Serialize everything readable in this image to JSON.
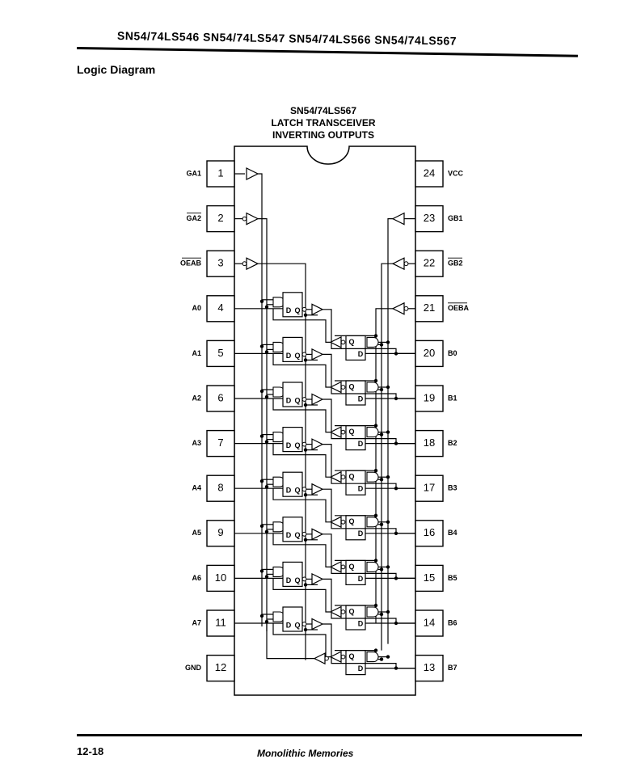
{
  "header": {
    "title": "SN54/74LS546  SN54/74LS547  SN54/74LS566  SN54/74LS567"
  },
  "section_title": "Logic Diagram",
  "chip": {
    "title_line1": "SN54/74LS567",
    "title_line2": "LATCH TRANSCEIVER",
    "title_line3": "INVERTING OUTPUTS"
  },
  "left_pins": [
    {
      "num": "1",
      "label": "GA1",
      "overbar": false
    },
    {
      "num": "2",
      "label": "GA2",
      "overbar": true
    },
    {
      "num": "3",
      "label": "OEAB",
      "overbar": true
    },
    {
      "num": "4",
      "label": "A0",
      "overbar": false
    },
    {
      "num": "5",
      "label": "A1",
      "overbar": false
    },
    {
      "num": "6",
      "label": "A2",
      "overbar": false
    },
    {
      "num": "7",
      "label": "A3",
      "overbar": false
    },
    {
      "num": "8",
      "label": "A4",
      "overbar": false
    },
    {
      "num": "9",
      "label": "A5",
      "overbar": false
    },
    {
      "num": "10",
      "label": "A6",
      "overbar": false
    },
    {
      "num": "11",
      "label": "A7",
      "overbar": false
    },
    {
      "num": "12",
      "label": "GND",
      "overbar": false
    }
  ],
  "right_pins": [
    {
      "num": "24",
      "label": "VCC",
      "overbar": false
    },
    {
      "num": "23",
      "label": "GB1",
      "overbar": false
    },
    {
      "num": "22",
      "label": "GB2",
      "overbar": true
    },
    {
      "num": "21",
      "label": "OEBA",
      "overbar": true
    },
    {
      "num": "20",
      "label": "B0",
      "overbar": false
    },
    {
      "num": "19",
      "label": "B1",
      "overbar": false
    },
    {
      "num": "18",
      "label": "B2",
      "overbar": false
    },
    {
      "num": "17",
      "label": "B3",
      "overbar": false
    },
    {
      "num": "16",
      "label": "B4",
      "overbar": false
    },
    {
      "num": "15",
      "label": "B5",
      "overbar": false
    },
    {
      "num": "14",
      "label": "B6",
      "overbar": false
    },
    {
      "num": "13",
      "label": "B7",
      "overbar": false
    }
  ],
  "latch_labels": {
    "d": "D",
    "q": "Q"
  },
  "footer": {
    "page": "12-18",
    "company": "Monolithic Memories"
  }
}
